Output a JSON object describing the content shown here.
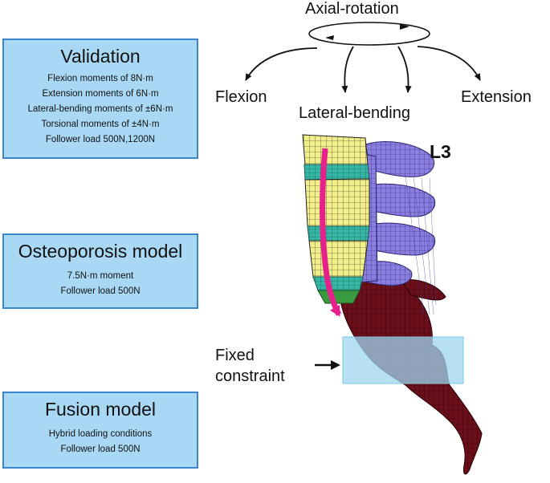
{
  "motions": {
    "axial": "Axial-rotation",
    "flexion": "Flexion",
    "lateral": "Lateral-bending",
    "extension": "Extension"
  },
  "vertebra_label": "L3",
  "constraint": {
    "line1": "Fixed",
    "line2": "constraint"
  },
  "validation": {
    "title": "Validation",
    "lines": [
      "Flexion moments of 8N·m",
      "Extension moments of 6N·m",
      "Lateral-bending moments of  ±6N·m",
      "Torsional moments of ±4N·m",
      "Follower load 500N,1200N"
    ]
  },
  "osteoporosis": {
    "title": "Osteoporosis model",
    "lines": [
      "7.5N·m moment",
      "Follower load 500N"
    ]
  },
  "fusion": {
    "title": "Fusion model",
    "lines": [
      "Hybrid loading conditions",
      "Follower load 500N"
    ]
  },
  "colors": {
    "panel_fill": "#a9d8f5",
    "panel_border": "#3a86c8",
    "vertebral_body": "#f2ee8a",
    "disc": "#36b7a6",
    "posterior_elements": "#8a7fe0",
    "sacrum": "#6b0f1a",
    "load_arrow": "#e8208c",
    "constraint_box": "#9ed6ef"
  }
}
